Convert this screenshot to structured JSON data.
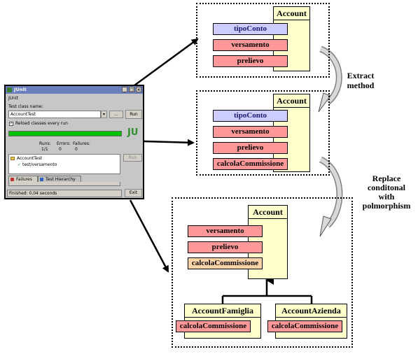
{
  "junit": {
    "window_title": "JUnit",
    "menu": "JUnit",
    "test_class_label": "Test class name:",
    "test_class_value": "AccountTest",
    "browse_label": "...",
    "run_label": "Run",
    "reload_label": "Reload classes every run",
    "logo": "JU",
    "stats": {
      "runs_label": "Runs:",
      "runs_value": "1/1",
      "errors_label": "Errors:",
      "errors_value": "0",
      "failures_label": "Failures:",
      "failures_value": "0"
    },
    "tree_root": "AccountTest",
    "tree_child": "test/versamento",
    "tree_run_label": "Run",
    "tab_failures": "Failures",
    "tab_hierarchy": "Test Hierarchy",
    "status": "Finished: 0,04 seconds",
    "exit_label": "Exit",
    "progress_color": "#00c000"
  },
  "diagram": {
    "box1": {
      "class_name": "Account",
      "methods": [
        "tipoConto",
        "versamento",
        "prelievo"
      ]
    },
    "box2": {
      "class_name": "Account",
      "methods": [
        "tipoConto",
        "versamento",
        "prelievo",
        "calcolaCommissione"
      ]
    },
    "box3": {
      "class_name": "Account",
      "methods": [
        "versamento",
        "prelievo",
        "calcolaCommissione"
      ],
      "subclass1": {
        "class_name": "AccountFamiglia",
        "method": "calcolaCommissione"
      },
      "subclass2": {
        "class_name": "AccountAzienda",
        "method": "calcolaCommissione"
      }
    },
    "step1": {
      "line1": "Extract",
      "line2": "method"
    },
    "step2": {
      "line1": "Replace",
      "line2": "conditonal",
      "line3": "with",
      "line4": "polmorphism"
    }
  },
  "colors": {
    "class_fill": "#ffffcc",
    "method_blue": "#ccccff",
    "method_pink": "#ff9999",
    "method_peach": "#ffd3a8",
    "refactor_arrow": "#c8c8c8"
  }
}
